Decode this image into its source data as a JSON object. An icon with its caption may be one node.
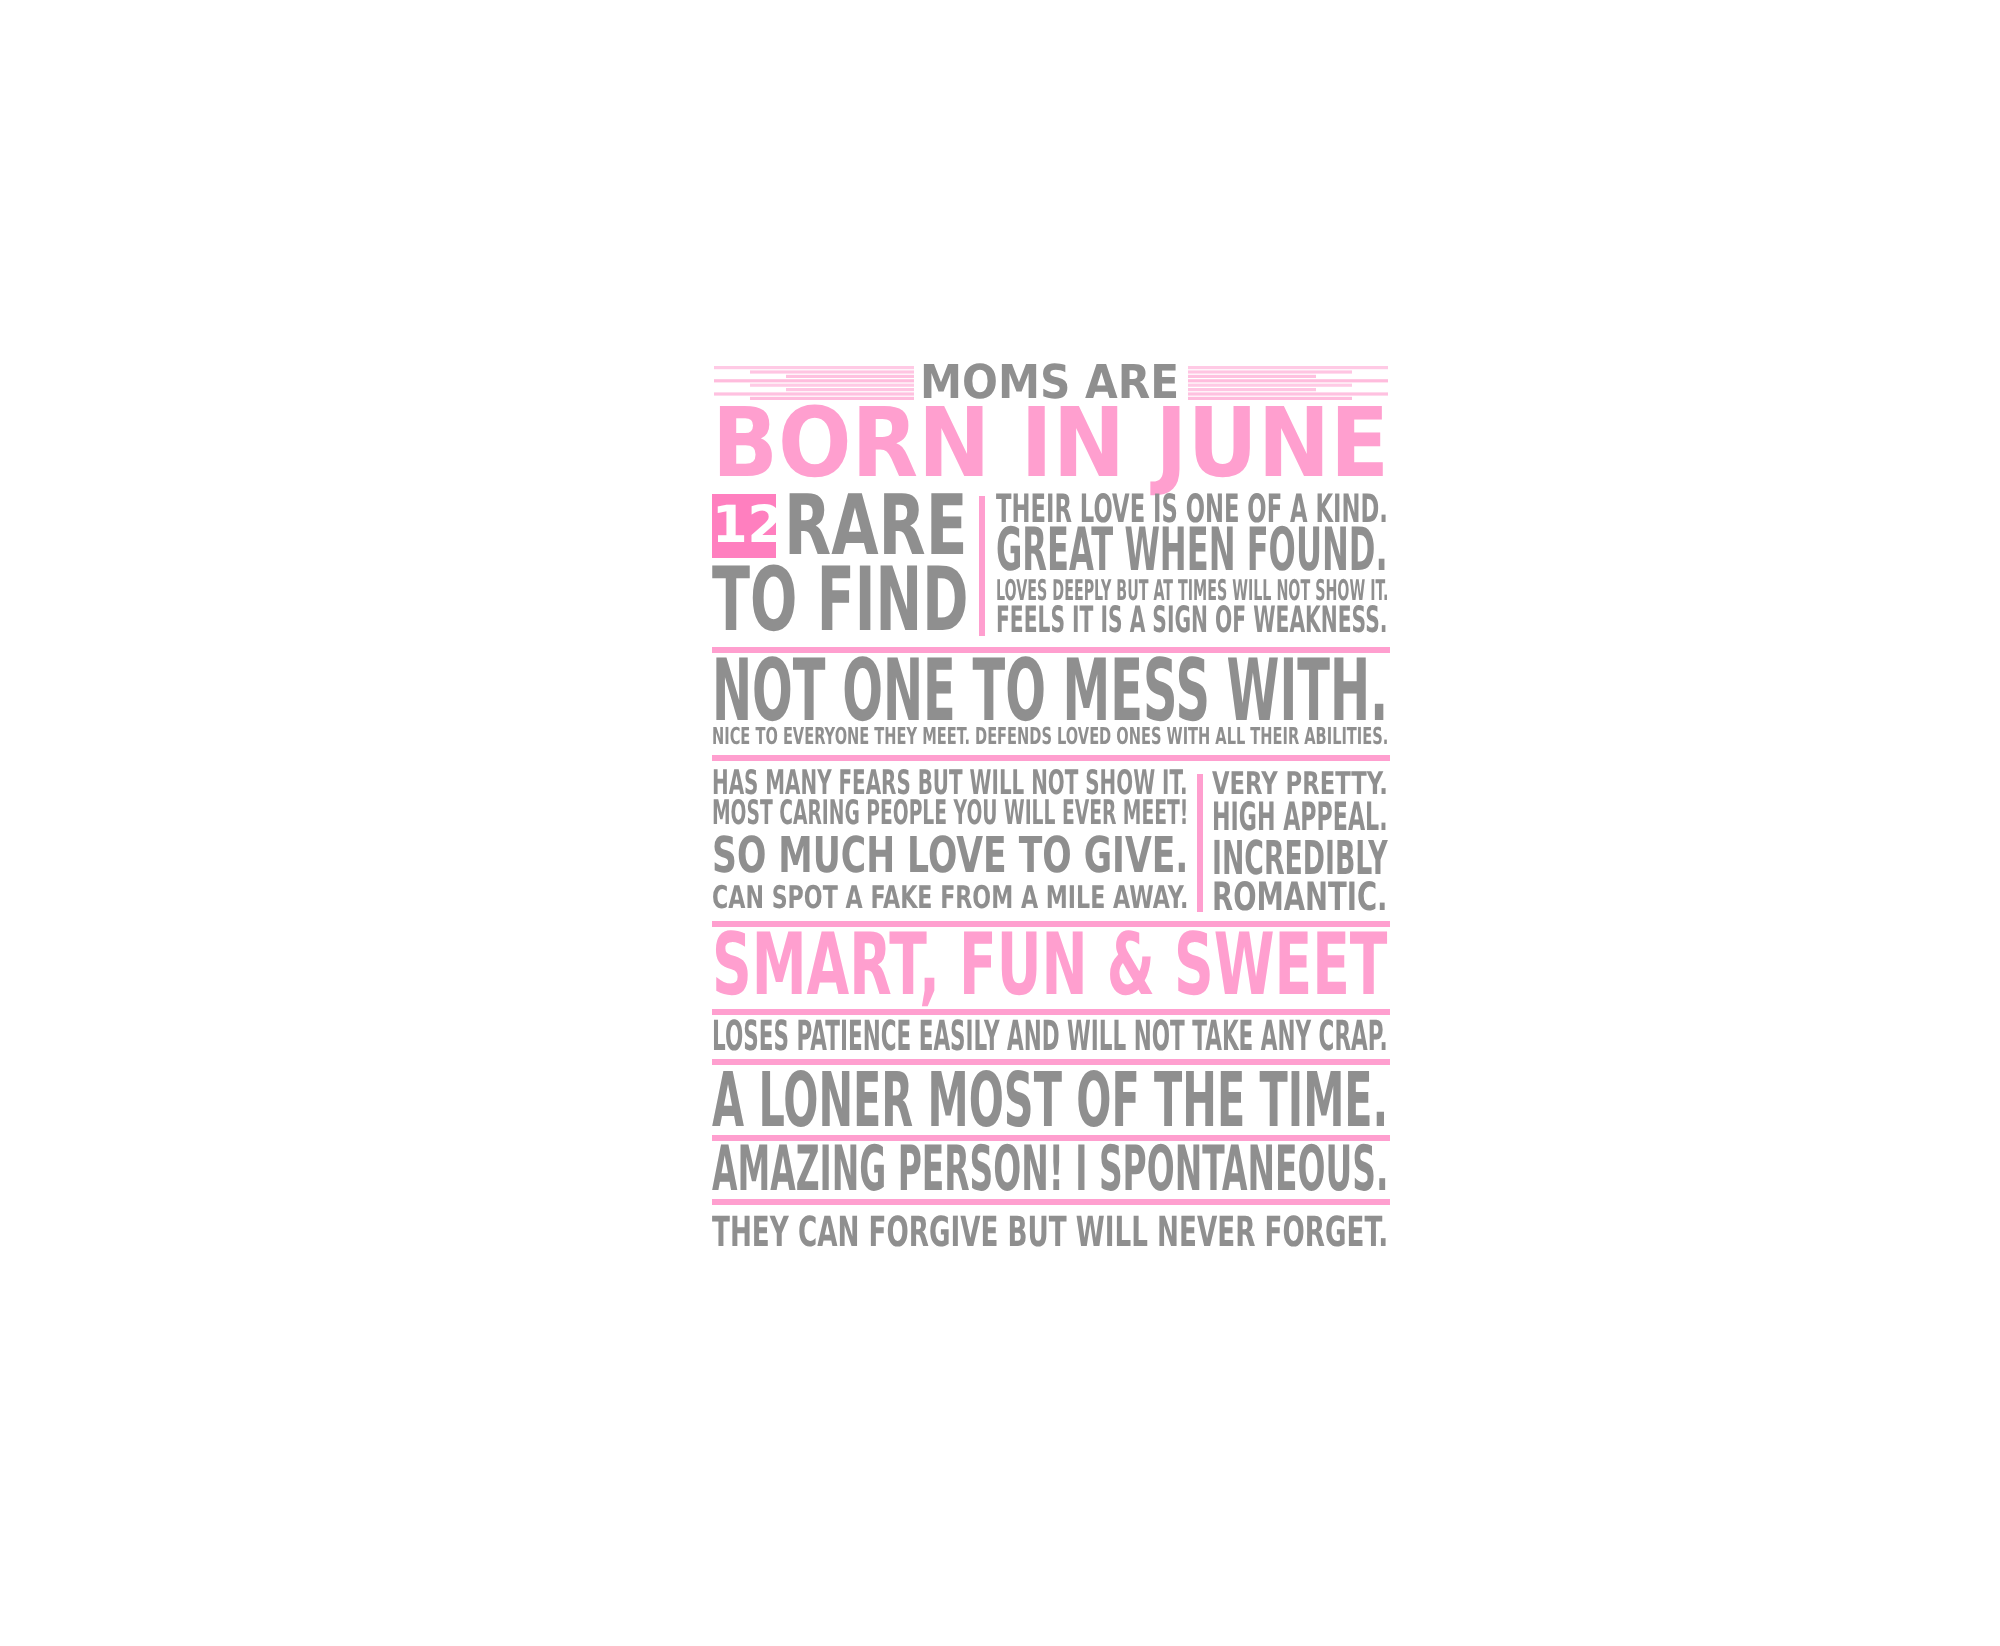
{
  "diagram": {
    "labels": [
      "MOMS ARE",
      "BORN IN JUNE",
      "12",
      "RARE",
      "TO FIND",
      "THEIR LOVE IS ONE OF A KIND.",
      "GREAT WHEN FOUND.",
      "LOVES DEEPLY BUT AT TIMES WILL NOT SHOW IT.",
      "FEELS IT IS A SIGN OF WEAKNESS.",
      "NOT ONE TO MESS WITH.",
      "NICE TO EVERYONE THEY MEET. DEFENDS LOVED ONES WITH ALL THEIR ABILITIES.",
      "HAS MANY FEARS BUT WILL NOT SHOW IT.",
      "MOST CARING PEOPLE YOU WILL EVER MEET!",
      "SO MUCH LOVE TO GIVE.",
      "CAN SPOT A FAKE FROM A MILE AWAY.",
      "VERY PRETTY.",
      "HIGH APPEAL.",
      "INCREDIBLY",
      "ROMANTIC.",
      "SMART, FUN & SWEET",
      "LOSES PATIENCE EASILY AND WILL NOT TAKE ANY CRAP.",
      "A LONER MOST OF THE TIME.",
      "AMAZING PERSON! I SPONTANEOUS.",
      "THEY CAN FORGIVE BUT WILL NEVER FORGET."
    ]
  }
}
